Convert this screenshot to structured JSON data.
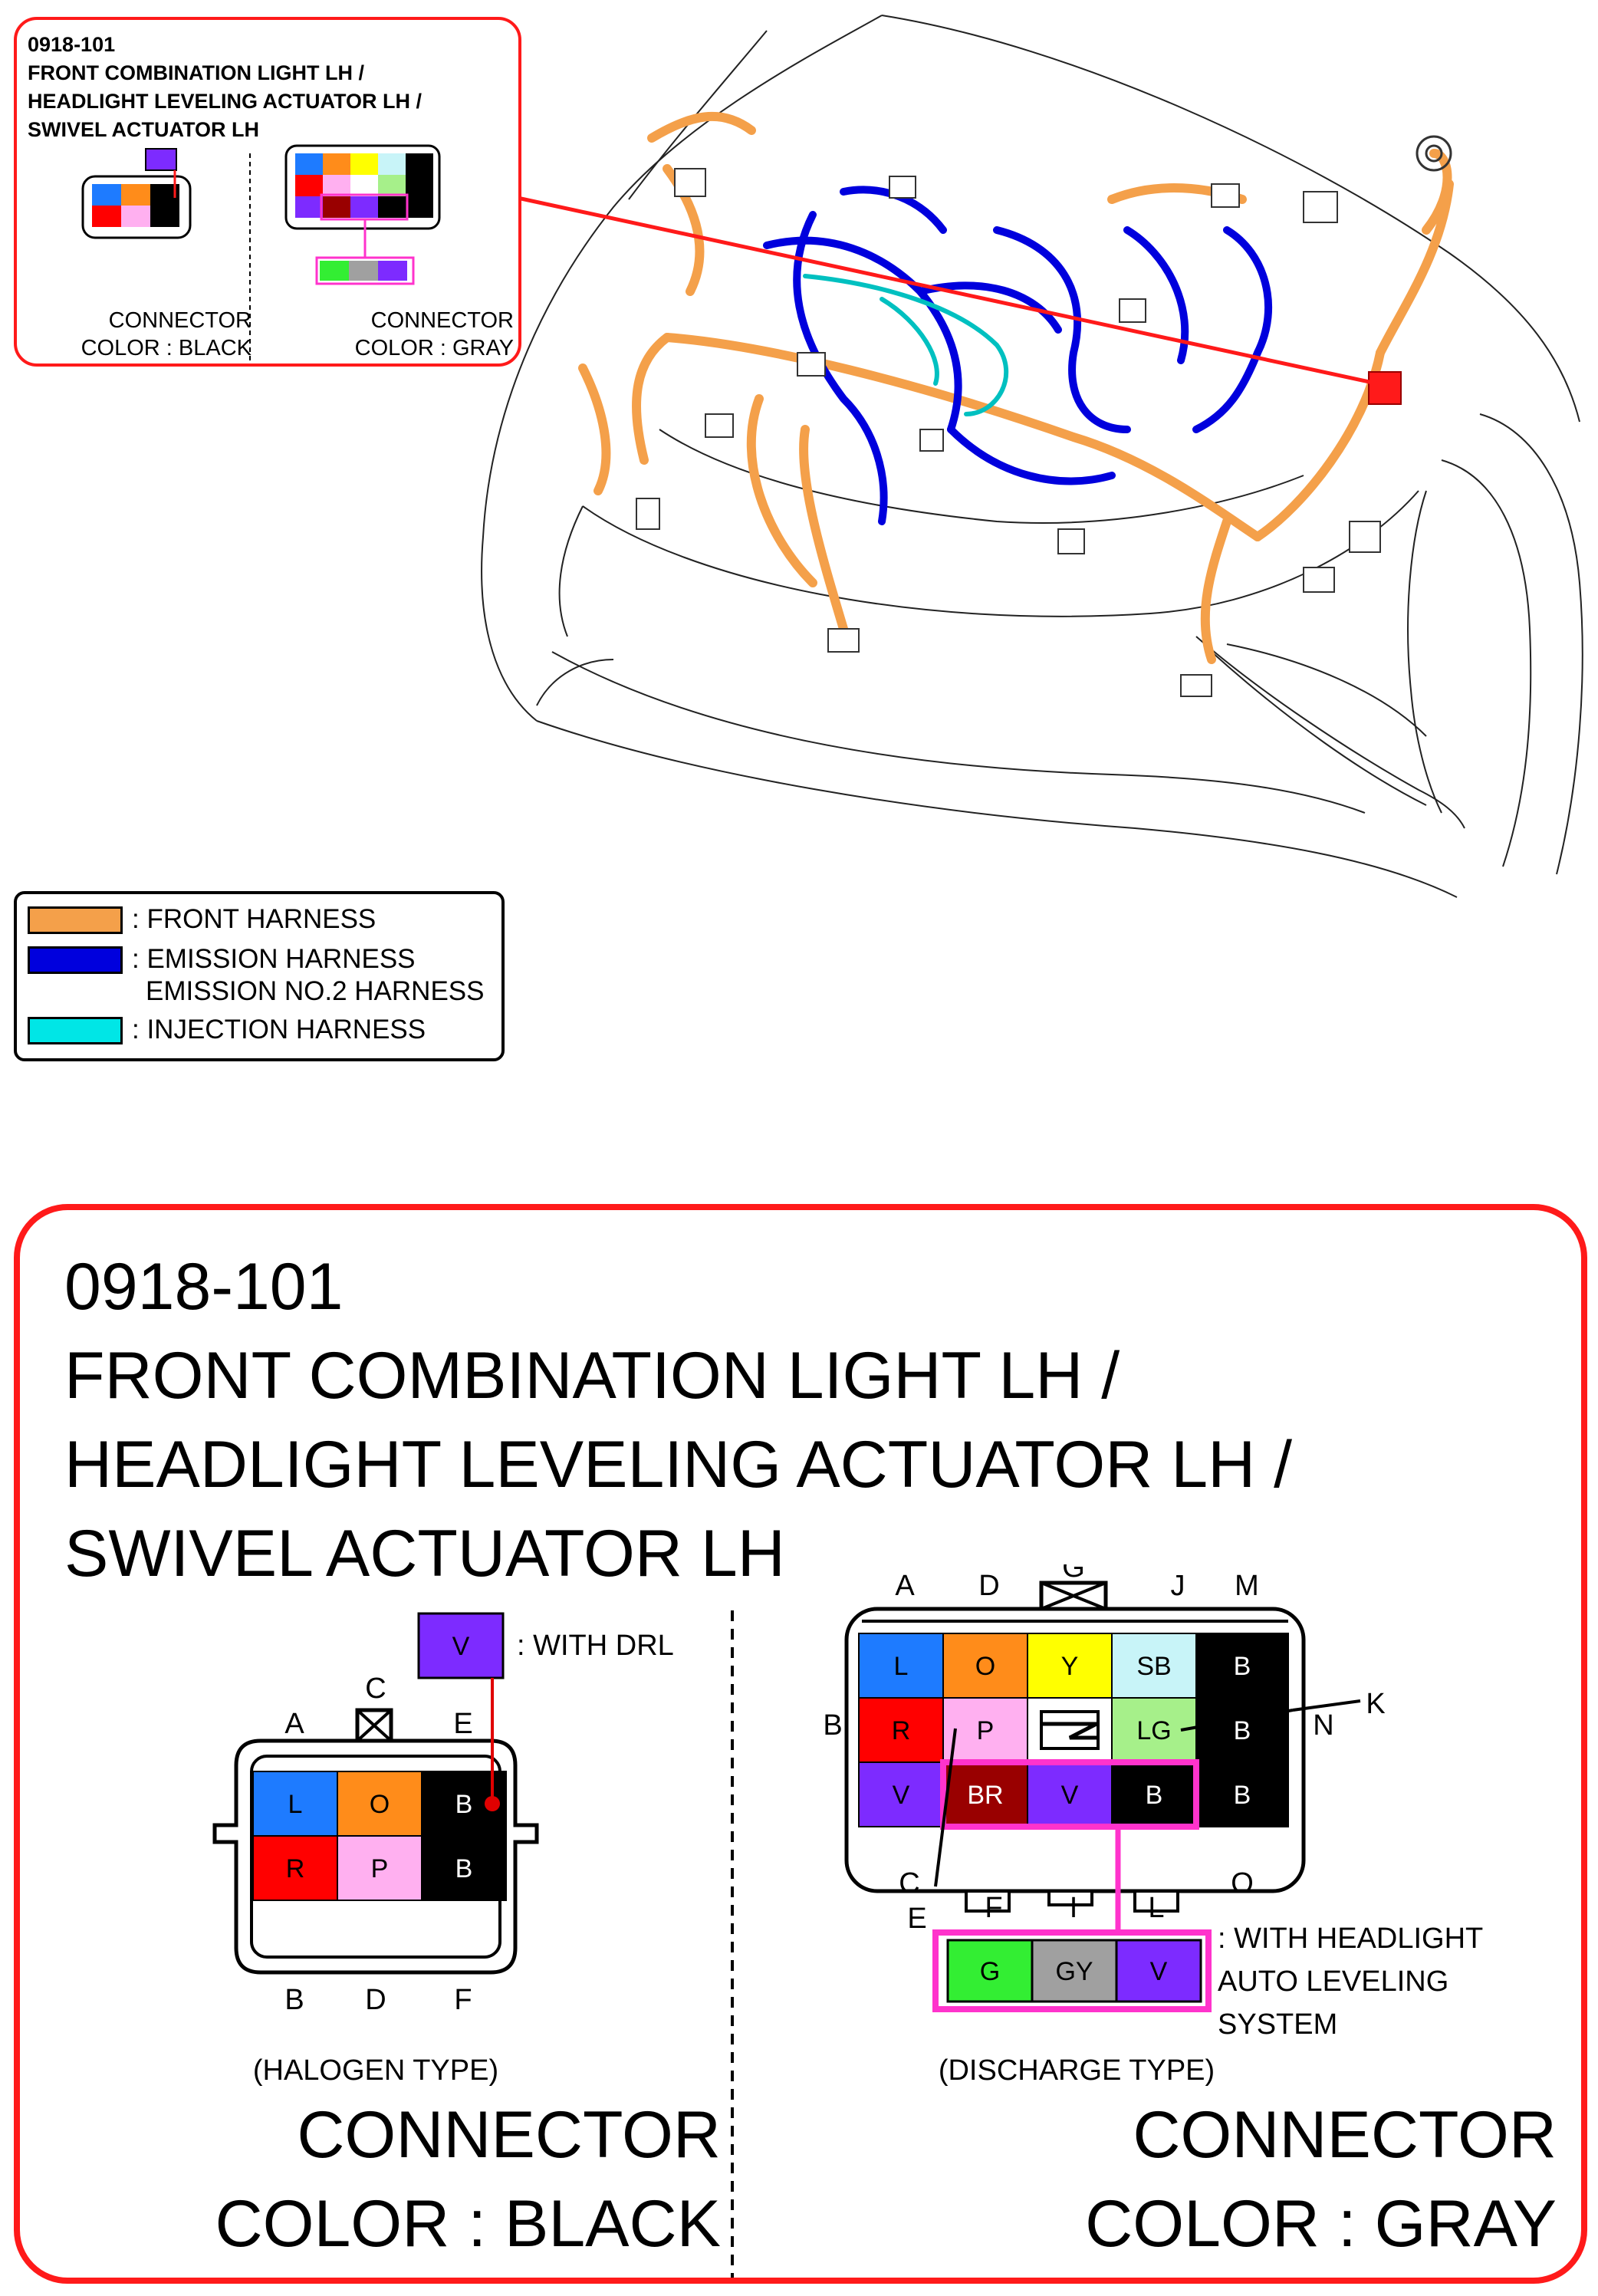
{
  "connector_id": "0918-101",
  "title_lines": [
    "FRONT COMBINATION LIGHT LH /",
    "HEADLIGHT LEVELING ACTUATOR LH /",
    "SWIVEL ACTUATOR LH"
  ],
  "halogen": {
    "type_label": "(HALOGEN TYPE)",
    "connector_label": "CONNECTOR",
    "color_label": "COLOR : BLACK",
    "top_letters": [
      "A",
      "C",
      "E"
    ],
    "bottom_letters": [
      "B",
      "D",
      "F"
    ],
    "rows": [
      [
        "L",
        "O",
        "B"
      ],
      [
        "R",
        "P",
        "B"
      ]
    ],
    "drl_wire": "V",
    "drl_note": ": WITH DRL"
  },
  "discharge": {
    "type_label": "(DISCHARGE TYPE)",
    "connector_label": "CONNECTOR",
    "color_label": "COLOR : GRAY",
    "top_letters": [
      "A",
      "D",
      "G",
      "J",
      "M"
    ],
    "side_letters": [
      "B",
      "N",
      "K"
    ],
    "bottom_letters": [
      "C",
      "F",
      "I",
      "L",
      "O"
    ],
    "e_letter": "E",
    "rows": [
      [
        "L",
        "O",
        "Y",
        "SB",
        "B"
      ],
      [
        "R",
        "P",
        "",
        "LG",
        "B"
      ],
      [
        "V",
        "BR",
        "V",
        "B",
        "B"
      ]
    ],
    "auto_leveling_wires": [
      "G",
      "GY",
      "V"
    ],
    "auto_leveling_note": [
      ": WITH HEADLIGHT",
      "AUTO LEVELING",
      "SYSTEM"
    ]
  },
  "legend": [
    {
      "label": ": FRONT HARNESS",
      "color": "#f4a04a"
    },
    {
      "label": ": EMISSION HARNESS",
      "label2": "EMISSION NO.2 HARNESS",
      "color": "#0000dd"
    },
    {
      "label": ": INJECTION HARNESS",
      "color": "#00e6e6"
    }
  ],
  "wire_colors": {
    "L": "#1e7bff",
    "O": "#ff8c1a",
    "Y": "#ffff00",
    "SB": "#c8f4f8",
    "B": "#000000",
    "R": "#ff0000",
    "P": "#ffb0f0",
    "LG": "#a6f08a",
    "V": "#7d2bff",
    "BR": "#990000",
    "G": "#33ee33",
    "GY": "#a0a0a0"
  },
  "accent": {
    "callout_border": "#ff1a1a",
    "highlight": "#ff33cc"
  }
}
